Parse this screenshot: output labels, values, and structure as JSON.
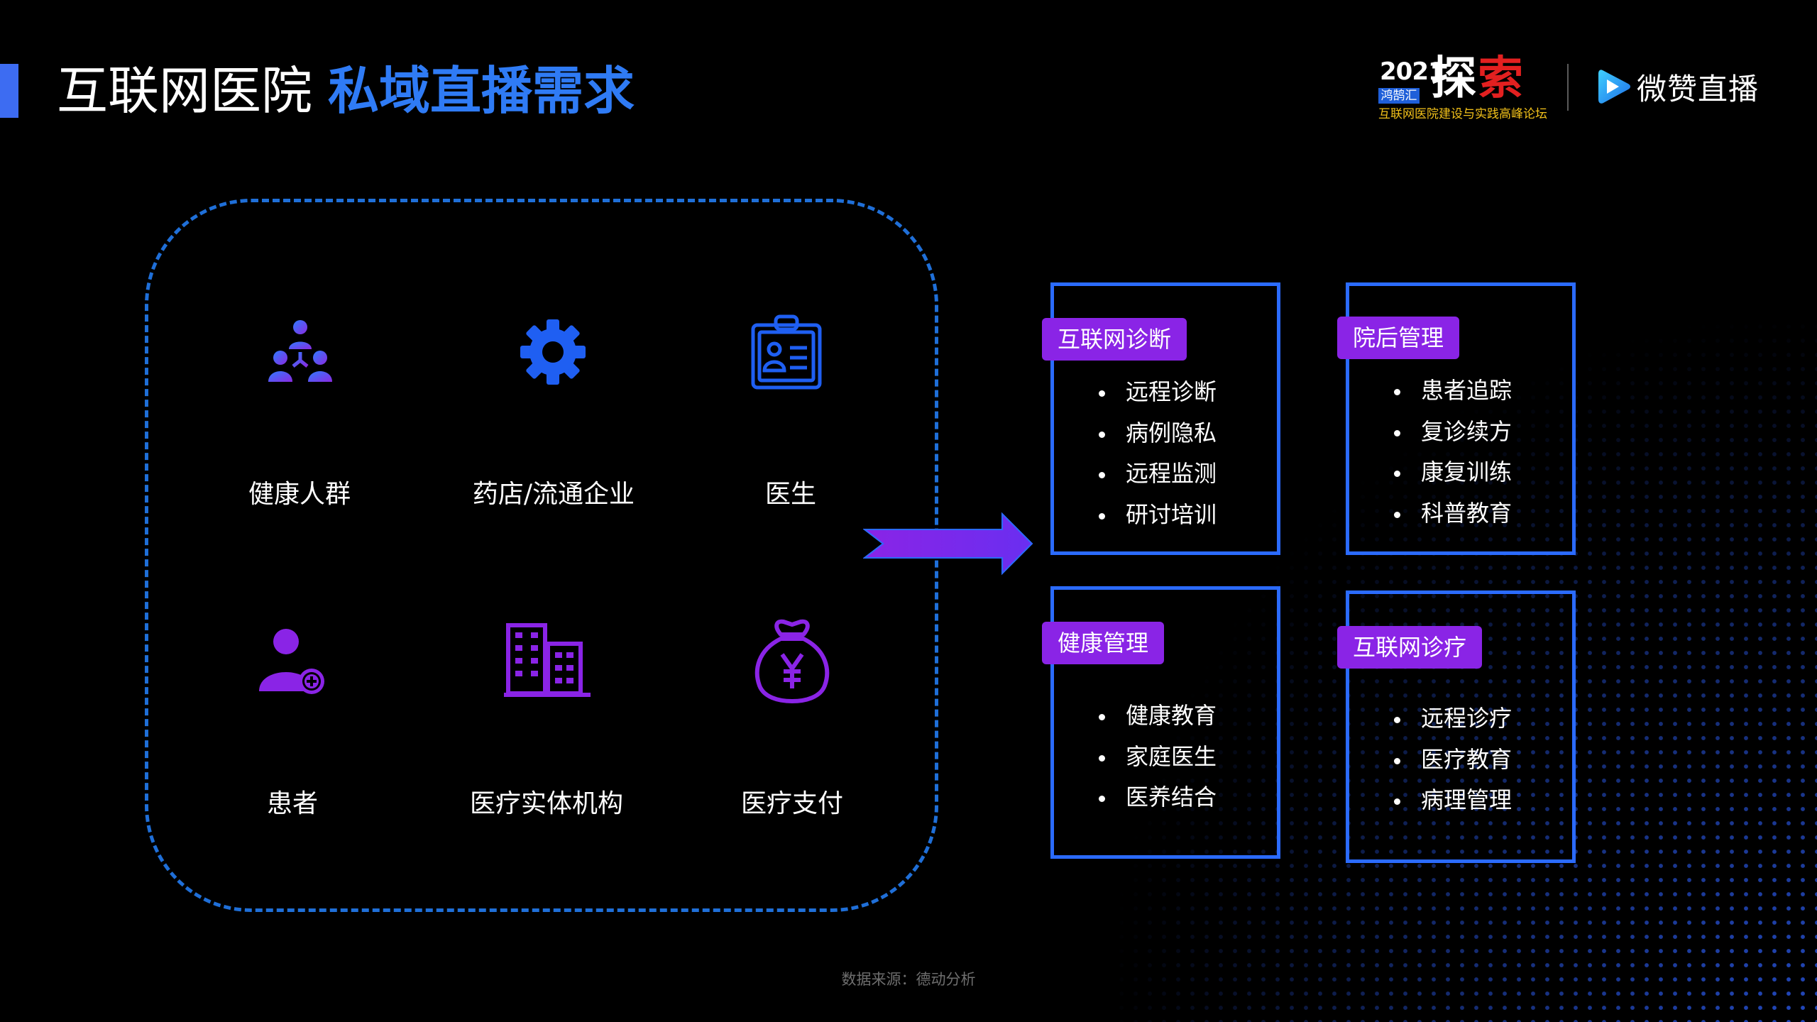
{
  "title": {
    "part1": "互联网医院",
    "part2": "私域直播需求"
  },
  "logos": {
    "event_year": "2021",
    "event_sub": "鸿鹄汇",
    "event_name_1": "探",
    "event_name_2": "索",
    "event_tagline": "互联网医院建设与实践高峰论坛",
    "brand_name": "微赞直播"
  },
  "stakeholders": [
    {
      "label": "健康人群",
      "icon": "people-group-icon"
    },
    {
      "label": "药店/流通企业",
      "icon": "gear-icon"
    },
    {
      "label": "医生",
      "icon": "id-card-icon"
    },
    {
      "label": "患者",
      "icon": "user-plus-icon"
    },
    {
      "label": "医疗实体机构",
      "icon": "building-icon"
    },
    {
      "label": "医疗支付",
      "icon": "money-bag-icon"
    }
  ],
  "needs": [
    {
      "title": "互联网诊断",
      "items": [
        "远程诊断",
        "病例隐私",
        "远程监测",
        "研讨培训"
      ]
    },
    {
      "title": "院后管理",
      "items": [
        "患者追踪",
        "复诊续方",
        "康复训练",
        "科普教育"
      ]
    },
    {
      "title": "健康管理",
      "items": [
        "健康教育",
        "家庭医生",
        "医养结合"
      ]
    },
    {
      "title": "互联网诊疗",
      "items": [
        "远程诊疗",
        "医疗教育",
        "病理管理"
      ]
    }
  ],
  "source": "数据来源：德动分析",
  "colors": {
    "blue": "#1f6fd8",
    "purple": "#8a24e6",
    "card_border": "#2b6bff",
    "title_accent": "#2f7bf5"
  }
}
